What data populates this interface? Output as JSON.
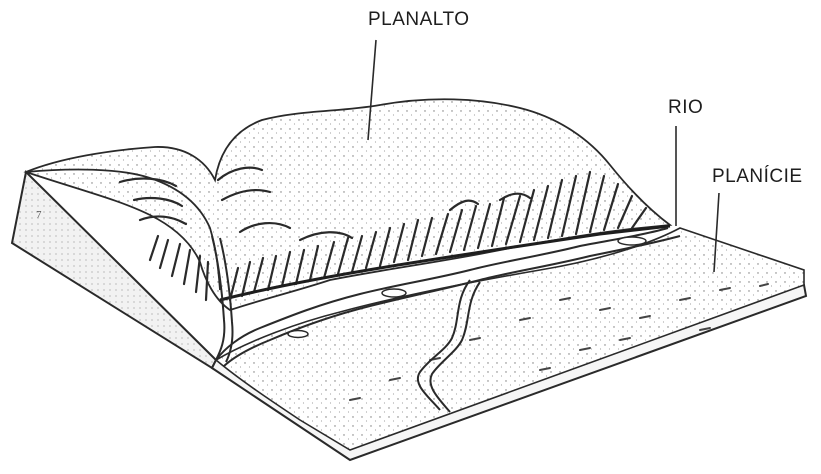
{
  "labels": {
    "planalto": "PLANALTO",
    "rio": "RIO",
    "planicie": "PLANÍCIE"
  },
  "colors": {
    "ink": "#2a2a2a",
    "paper": "#ffffff",
    "shade": "#d9d9d9"
  }
}
